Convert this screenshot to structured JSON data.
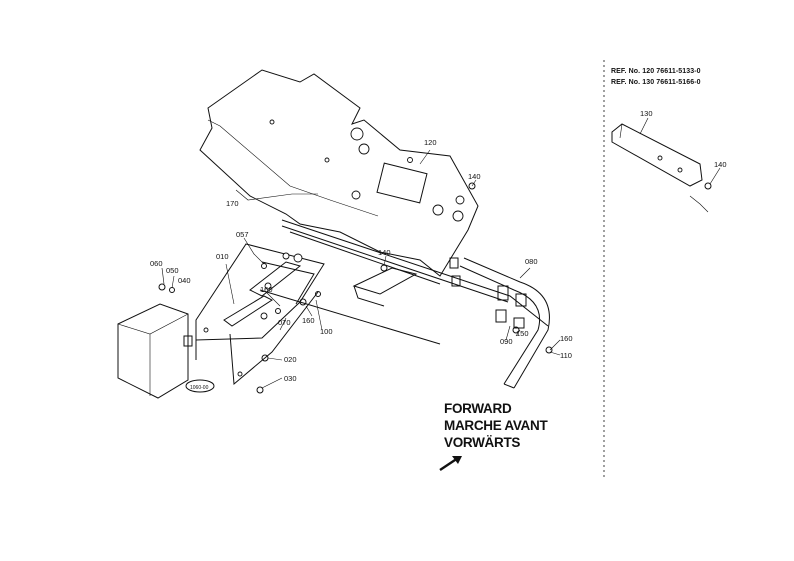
{
  "ref_numbers": [
    "REF. No. 120 76611-5133-0",
    "REF. No. 130 76611-5166-0"
  ],
  "direction": {
    "lines": [
      "FORWARD",
      "MARCHE AVANT",
      "VORWÄRTS"
    ]
  },
  "part_callouts": [
    "120",
    "170",
    "140",
    "140",
    "080",
    "057",
    "010",
    "060",
    "050",
    "040",
    "160",
    "160",
    "100",
    "070",
    "020",
    "030",
    "150",
    "090",
    "160",
    "110",
    "130",
    "140"
  ],
  "stamp_label": "1060-00"
}
